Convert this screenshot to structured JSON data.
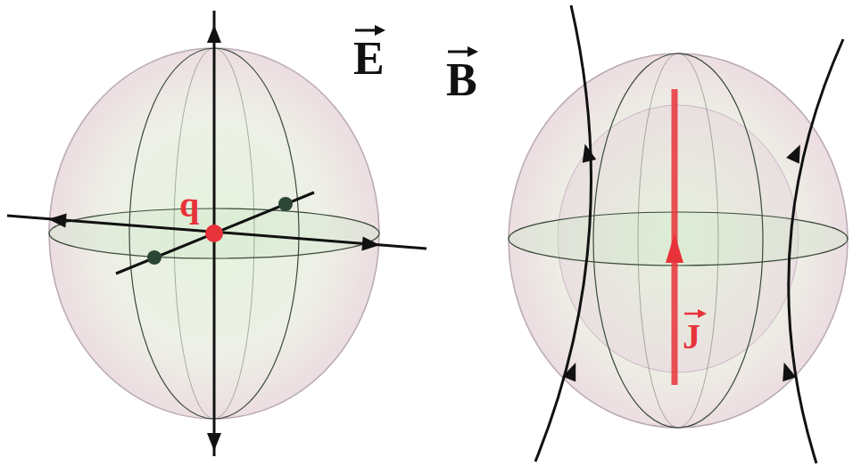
{
  "diagram": {
    "labels": [
      "E",
      "q",
      "B",
      "J"
    ]
  }
}
